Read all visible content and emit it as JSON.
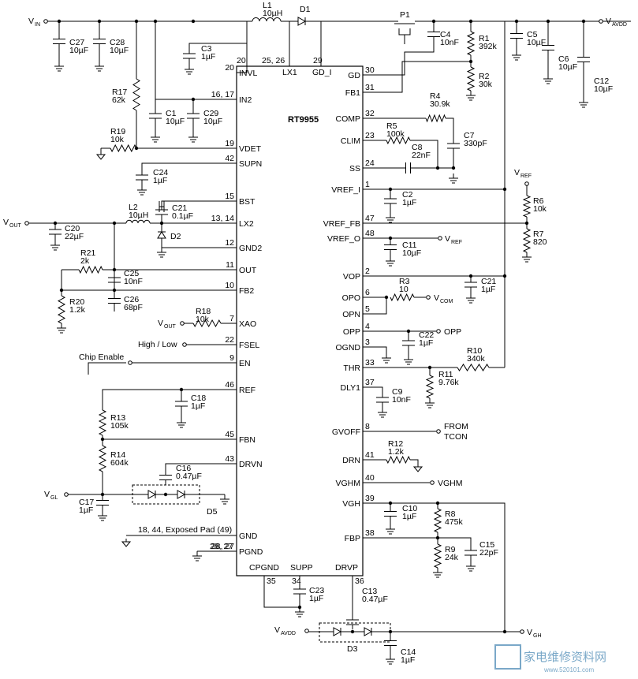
{
  "chip": {
    "name": "RT9955"
  },
  "nets": {
    "vin": "V",
    "vin_sub": "IN",
    "vavdd": "V",
    "vavdd_sub": "AVDD",
    "vout": "V",
    "vout_sub": "OUT",
    "vref": "V",
    "vref_sub": "REF",
    "vgl": "V",
    "vgl_sub": "GL",
    "vgh": "V",
    "vgh_sub": "GH",
    "vcom": "V",
    "vcom_sub": "COM",
    "opp": "OPP",
    "vghm": "VGHM",
    "from_tcon_1": "FROM",
    "from_tcon_2": "TCON",
    "chip_enable": "Chip Enable",
    "high_low": "High / Low",
    "gnd_note": "18, 44, Exposed Pad (49)"
  },
  "pins_left": [
    {
      "num": "20",
      "name": "INVL"
    },
    {
      "num": "16, 17",
      "name": "IN2"
    },
    {
      "num": "19",
      "name": "VDET"
    },
    {
      "num": "42",
      "name": "SUPN"
    },
    {
      "num": "15",
      "name": "BST"
    },
    {
      "num": "13, 14",
      "name": "LX2"
    },
    {
      "num": "12",
      "name": "GND2"
    },
    {
      "num": "11",
      "name": "OUT"
    },
    {
      "num": "10",
      "name": "FB2"
    },
    {
      "num": "7",
      "name": "XAO"
    },
    {
      "num": "22",
      "name": "FSEL"
    },
    {
      "num": "9",
      "name": "EN"
    },
    {
      "num": "46",
      "name": "REF"
    },
    {
      "num": "45",
      "name": "FBN"
    },
    {
      "num": "43",
      "name": "DRVN"
    },
    {
      "num": "",
      "name": "GND"
    },
    {
      "num": "28, 27",
      "name": "PGND"
    }
  ],
  "pins_top": [
    {
      "num": "25, 26",
      "name": "LX1"
    },
    {
      "num": "29",
      "name": "GD_I"
    }
  ],
  "pins_right": [
    {
      "num": "30",
      "name": "GD"
    },
    {
      "num": "31",
      "name": "FB1"
    },
    {
      "num": "32",
      "name": "COMP"
    },
    {
      "num": "23",
      "name": "CLIM"
    },
    {
      "num": "24",
      "name": "SS"
    },
    {
      "num": "1",
      "name": "VREF_I"
    },
    {
      "num": "47",
      "name": "VREF_FB"
    },
    {
      "num": "48",
      "name": "VREF_O"
    },
    {
      "num": "2",
      "name": "VOP"
    },
    {
      "num": "6",
      "name": "OPO"
    },
    {
      "num": "5",
      "name": "OPN"
    },
    {
      "num": "4",
      "name": "OPP"
    },
    {
      "num": "3",
      "name": "OGND"
    },
    {
      "num": "33",
      "name": "THR"
    },
    {
      "num": "37",
      "name": "DLY1"
    },
    {
      "num": "8",
      "name": "GVOFF"
    },
    {
      "num": "41",
      "name": "DRN"
    },
    {
      "num": "40",
      "name": "VGHM"
    },
    {
      "num": "39",
      "name": "VGH"
    },
    {
      "num": "38",
      "name": "FBP"
    }
  ],
  "pins_bottom": [
    {
      "num": "35",
      "name": "CPGND"
    },
    {
      "num": "34",
      "name": "SUPP"
    },
    {
      "num": "36",
      "name": "DRVP"
    }
  ],
  "components": {
    "C27": {
      "ref": "C27",
      "val": "10µF"
    },
    "C28": {
      "ref": "C28",
      "val": "10µF"
    },
    "L1": {
      "ref": "L1",
      "val": "10µH"
    },
    "D1": {
      "ref": "D1",
      "val": ""
    },
    "P1": {
      "ref": "P1",
      "val": ""
    },
    "C3": {
      "ref": "C3",
      "val": "1µF"
    },
    "C4": {
      "ref": "C4",
      "val": "10nF"
    },
    "R1": {
      "ref": "R1",
      "val": "392k"
    },
    "R2": {
      "ref": "R2",
      "val": "30k"
    },
    "C5": {
      "ref": "C5",
      "val": "10µF"
    },
    "C6": {
      "ref": "C6",
      "val": "10µF"
    },
    "C12": {
      "ref": "C12",
      "val": "10µF"
    },
    "R17": {
      "ref": "R17",
      "val": "62k"
    },
    "C1": {
      "ref": "C1",
      "val": "10µF"
    },
    "C29": {
      "ref": "C29",
      "val": "10µF"
    },
    "R19": {
      "ref": "R19",
      "val": "10k"
    },
    "C24": {
      "ref": "C24",
      "val": "1µF"
    },
    "L2": {
      "ref": "L2",
      "val": "10µH"
    },
    "C21a": {
      "ref": "C21",
      "val": "0.1µF"
    },
    "D2": {
      "ref": "D2",
      "val": ""
    },
    "C20": {
      "ref": "C20",
      "val": "22µF"
    },
    "R21": {
      "ref": "R21",
      "val": "2k"
    },
    "C25": {
      "ref": "C25",
      "val": "10nF"
    },
    "R20": {
      "ref": "R20",
      "val": "1.2k"
    },
    "C26": {
      "ref": "C26",
      "val": "68pF"
    },
    "R18": {
      "ref": "R18",
      "val": "10k"
    },
    "C18": {
      "ref": "C18",
      "val": "1µF"
    },
    "R13": {
      "ref": "R13",
      "val": "105k"
    },
    "R14": {
      "ref": "R14",
      "val": "604k"
    },
    "C16": {
      "ref": "C16",
      "val": "0.47µF"
    },
    "D5": {
      "ref": "D5",
      "val": ""
    },
    "C17": {
      "ref": "C17",
      "val": "1µF"
    },
    "R4": {
      "ref": "R4",
      "val": "30.9k"
    },
    "R5": {
      "ref": "R5",
      "val": "100k"
    },
    "C7": {
      "ref": "C7",
      "val": "330pF"
    },
    "C8": {
      "ref": "C8",
      "val": "22nF"
    },
    "C2": {
      "ref": "C2",
      "val": "1µF"
    },
    "R6": {
      "ref": "R6",
      "val": "10k"
    },
    "R7": {
      "ref": "R7",
      "val": "820"
    },
    "C11": {
      "ref": "C11",
      "val": "10µF"
    },
    "R3": {
      "ref": "R3",
      "val": "10"
    },
    "C21b": {
      "ref": "C21",
      "val": "1µF"
    },
    "C22": {
      "ref": "C22",
      "val": "1µF"
    },
    "R10": {
      "ref": "R10",
      "val": "340k"
    },
    "R11": {
      "ref": "R11",
      "val": "9.76k"
    },
    "C9": {
      "ref": "C9",
      "val": "10nF"
    },
    "R12": {
      "ref": "R12",
      "val": "1.2k"
    },
    "C10": {
      "ref": "C10",
      "val": "1µF"
    },
    "R8": {
      "ref": "R8",
      "val": "475k"
    },
    "R9": {
      "ref": "R9",
      "val": "24k"
    },
    "C15": {
      "ref": "C15",
      "val": "22pF"
    },
    "C23": {
      "ref": "C23",
      "val": "1µF"
    },
    "C13": {
      "ref": "C13",
      "val": "0.47µF"
    },
    "D3": {
      "ref": "D3",
      "val": ""
    },
    "C14": {
      "ref": "C14",
      "val": "1µF"
    }
  },
  "watermark": {
    "text": "家电维修资料网",
    "url": "www.520101.com"
  }
}
